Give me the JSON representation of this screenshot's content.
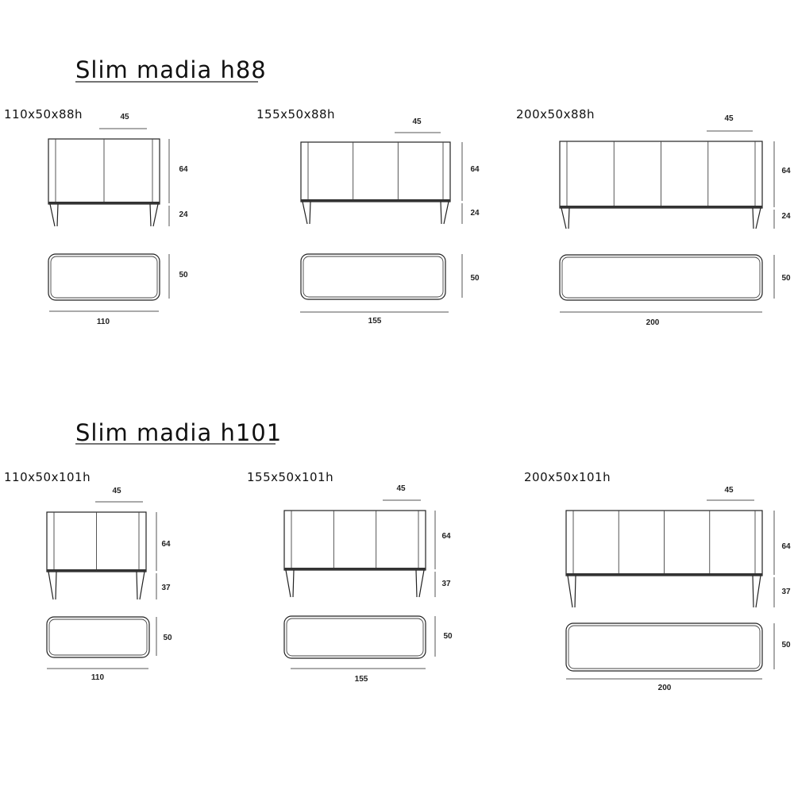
{
  "sections": [
    {
      "title": "Slim madia h88",
      "models": [
        {
          "label": "110x50x88h",
          "doors": 2,
          "door_depth": "45",
          "body_height": "64",
          "leg_height": "24",
          "depth": "50",
          "width": "110"
        },
        {
          "label": "155x50x88h",
          "doors": 3,
          "door_depth": "45",
          "body_height": "64",
          "leg_height": "24",
          "depth": "50",
          "width": "155"
        },
        {
          "label": "200x50x88h",
          "doors": 4,
          "door_depth": "45",
          "body_height": "64",
          "leg_height": "24",
          "depth": "50",
          "width": "200"
        }
      ]
    },
    {
      "title": "Slim madia h101",
      "models": [
        {
          "label": "110x50x101h",
          "doors": 2,
          "door_depth": "45",
          "body_height": "64",
          "leg_height": "37",
          "depth": "50",
          "width": "110"
        },
        {
          "label": "155x50x101h",
          "doors": 3,
          "door_depth": "45",
          "body_height": "64",
          "leg_height": "37",
          "depth": "50",
          "width": "155"
        },
        {
          "label": "200x50x101h",
          "doors": 4,
          "door_depth": "45",
          "body_height": "64",
          "leg_height": "37",
          "depth": "50",
          "width": "200"
        }
      ]
    }
  ]
}
